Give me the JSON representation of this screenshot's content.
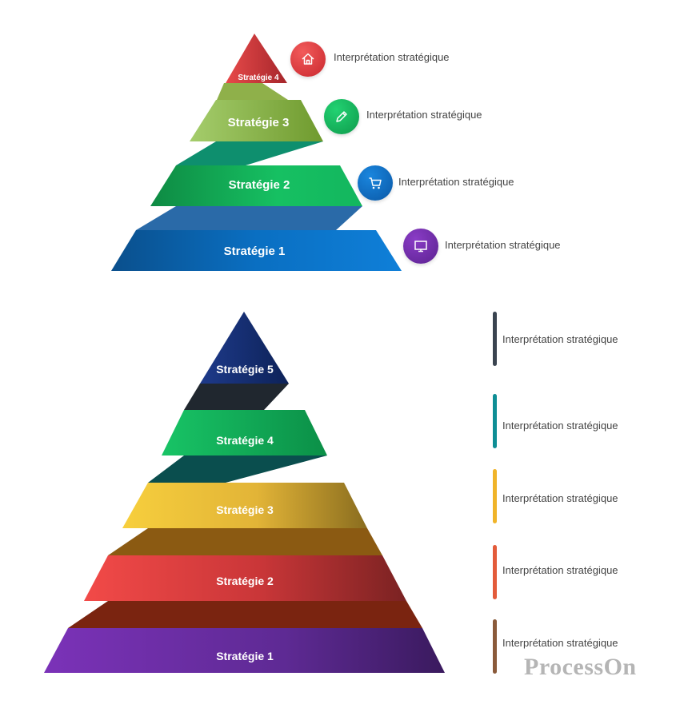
{
  "top_pyramid": {
    "levels": [
      {
        "label": "Stratégie 4",
        "note": "Interprétation stratégique",
        "icon": "home-icon",
        "color": "#d9373a"
      },
      {
        "label": "Stratégie 3",
        "note": "Interprétation stratégique",
        "icon": "pencil-icon",
        "color": "#7cb342"
      },
      {
        "label": "Stratégie 2",
        "note": "Interprétation stratégique",
        "icon": "cart-icon",
        "color": "#13b65e"
      },
      {
        "label": "Stratégie 1",
        "note": "Interprétation stratégique",
        "icon": "monitor-icon",
        "color": "#0a6fc2"
      }
    ]
  },
  "bottom_pyramid": {
    "levels": [
      {
        "label": "Stratégie 5",
        "note": "Interprétation stratégique",
        "color": "#142b6b",
        "bar_color": "#3a4450"
      },
      {
        "label": "Stratégie 4",
        "note": "Interprétation stratégique",
        "color": "#13b65e",
        "bar_color": "#0e8e95"
      },
      {
        "label": "Stratégie 3",
        "note": "Interprétation stratégique",
        "color": "#f0c23a",
        "bar_color": "#f0b429"
      },
      {
        "label": "Stratégie 2",
        "note": "Interprétation stratégique",
        "color": "#e8423f",
        "bar_color": "#e35b3a"
      },
      {
        "label": "Stratégie 1",
        "note": "Interprétation stratégique",
        "color": "#6b2fa0",
        "bar_color": "#8a5a3a"
      }
    ]
  },
  "watermark": "ProcessOn"
}
